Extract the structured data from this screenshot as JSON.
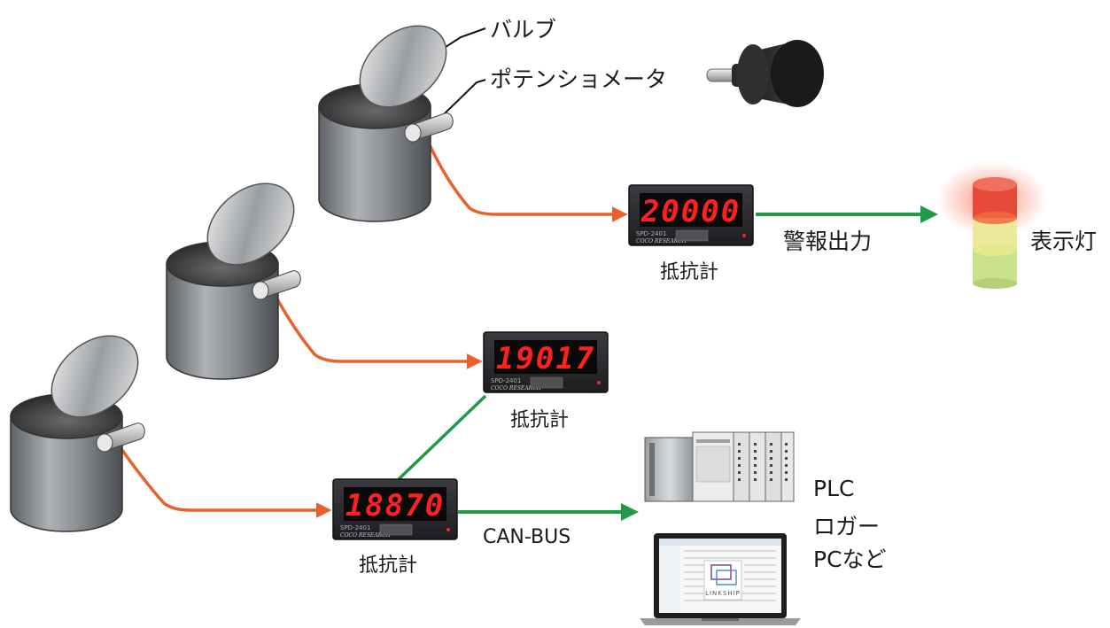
{
  "labels": {
    "valve": "バルブ",
    "potentiometer": "ポテンショメータ",
    "alarm_output": "警報出力",
    "indicator_lamp": "表示灯",
    "can_bus": "CAN-BUS",
    "destinations": [
      "PLC",
      "ロガー",
      "PCなど"
    ]
  },
  "meters": [
    {
      "reading": "20000",
      "label": "抵抗計",
      "model": "SPD-2401",
      "brand": "COCO RESEARCH"
    },
    {
      "reading": "19017",
      "label": "抵抗計",
      "model": "SPD-2401",
      "brand": "COCO RESEARCH"
    },
    {
      "reading": "18870",
      "label": "抵抗計",
      "model": "SPD-2401",
      "brand": "COCO RESEARCH"
    }
  ],
  "laptop_logo": "LINKSHIP",
  "colors": {
    "signal_wire": "#e8602c",
    "output_line": "#1f9a45",
    "led_digits": "#ff2020",
    "meter_body": "#2a2a2e",
    "lamp_red": "#e84a3a",
    "lamp_yellow": "#ecea9a",
    "lamp_green": "#c8e28a"
  }
}
